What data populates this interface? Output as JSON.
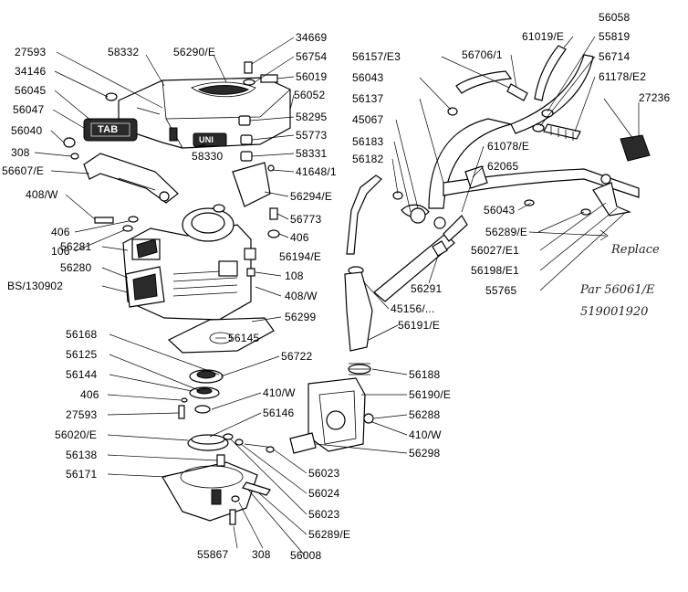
{
  "labels": {
    "p27593a": "27593",
    "p58332": "58332",
    "p56290e": "56290/E",
    "p34669": "34669",
    "p56754": "56754",
    "p56019": "56019",
    "p34146": "34146",
    "p56045": "56045",
    "p56047": "56047",
    "p56040": "56040",
    "p308a": "308",
    "p56607e": "56607/E",
    "p58330": "58330",
    "p56052": "56052",
    "p58295": "58295",
    "p55773": "55773",
    "p58331": "58331",
    "p41648": "41648/1",
    "p56294e": "56294/E",
    "p56773": "56773",
    "p406a": "406",
    "p408w_a": "408/W",
    "p406b": "406",
    "p106": "106",
    "p56281": "56281",
    "p56280": "56280",
    "pbs130902": "BS/130902",
    "p56194e": "56194/E",
    "p108": "108",
    "p408w_b": "408/W",
    "p56299": "56299",
    "p56168": "56168",
    "p56145": "56145",
    "p56125": "56125",
    "p56722": "56722",
    "p56144": "56144",
    "p410w_a": "410/W",
    "p406c": "406",
    "p56146": "56146",
    "p27593b": "27593",
    "p56020e": "56020/E",
    "p56138": "56138",
    "p56171": "56171",
    "p56023a": "56023",
    "p56024": "56024",
    "p56023b": "56023",
    "p56289e_a": "56289/E",
    "p55867": "55867",
    "p308b": "308",
    "p56008": "56008",
    "p56157e3": "56157/E3",
    "p56706": "56706/1",
    "p61019e": "61019/E",
    "p56058": "56058",
    "p55819": "55819",
    "p56043a": "56043",
    "p56714": "56714",
    "p56137": "56137",
    "p61178e2": "61178/E2",
    "p27236": "27236",
    "p45067": "45067",
    "p56183": "56183",
    "p61078e": "61078/E",
    "p56182": "56182",
    "p62065": "62065",
    "p56043b": "56043",
    "p56289e_b": "56289/E",
    "p56027e1": "56027/E1",
    "p56198e1": "56198/E1",
    "p55765": "55765",
    "p56291": "56291",
    "p45156": "45156/...",
    "p56191e": "56191/E",
    "p56188": "56188",
    "p56190e": "56190/E",
    "p56288": "56288",
    "p410w_b": "410/W",
    "p56298": "56298"
  },
  "handwritten": {
    "note1": "Replace",
    "note2": "Par 56061/E",
    "note3": "519001920"
  },
  "decal": {
    "side_mark": "TAB",
    "front_mark": "UNI"
  }
}
